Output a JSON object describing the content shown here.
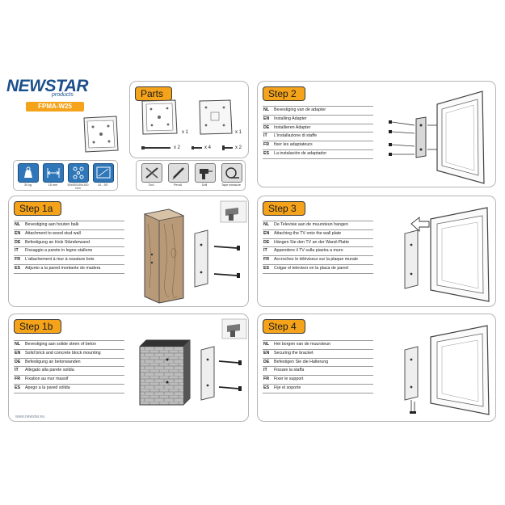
{
  "brand": {
    "name": "NEWSTAR",
    "sub": "products",
    "model": "FPMA-W25",
    "url": "www.newstar.eu"
  },
  "specs": [
    "30 kg",
    "15 mm",
    "50x50/100x100 mm",
    "10 - 30\""
  ],
  "parts": {
    "title": "Parts",
    "qty": [
      "x 1",
      "x 1",
      "x 2",
      "x 4",
      "x 2"
    ]
  },
  "tools": [
    "Tool",
    "Pencil",
    "Drill",
    "Tape measure"
  ],
  "steps": [
    {
      "title": "Step 2",
      "lines": [
        {
          "code": "NL",
          "text": "Bevestiging van de adapter"
        },
        {
          "code": "EN",
          "text": "Installing Adapter"
        },
        {
          "code": "DE",
          "text": "Installieren Adapter"
        },
        {
          "code": "IT",
          "text": "L'installazione di staffe"
        },
        {
          "code": "FR",
          "text": "fixer les adaptateurs"
        },
        {
          "code": "ES",
          "text": "La instalación de adaptador"
        }
      ]
    },
    {
      "title": "Step 1a",
      "lines": [
        {
          "code": "NL",
          "text": "Bevestiging aan houten balk"
        },
        {
          "code": "EN",
          "text": "Attachment to wood stud wall"
        },
        {
          "code": "DE",
          "text": "Befestigung an Holz Ständerwand"
        },
        {
          "code": "IT",
          "text": "Fissaggio a parete in legno stallone"
        },
        {
          "code": "FR",
          "text": "L'attachement à mur à ossature bois"
        },
        {
          "code": "ES",
          "text": "Adjunto a la pared montante de madera"
        }
      ]
    },
    {
      "title": "Step 3",
      "lines": [
        {
          "code": "NL",
          "text": "De Televisie aan de muursteun hangen"
        },
        {
          "code": "EN",
          "text": "Attaching the TV onto the wall plate"
        },
        {
          "code": "DE",
          "text": "Hängen Sie den TV an der Wand-Platte"
        },
        {
          "code": "IT",
          "text": "Appendere il TV sulla piastra a muro"
        },
        {
          "code": "FR",
          "text": "Accrochez le téléviseur sur la plaque murale"
        },
        {
          "code": "ES",
          "text": "Colgar el televisor en la placa de pared"
        }
      ]
    },
    {
      "title": "Step 1b",
      "lines": [
        {
          "code": "NL",
          "text": "Bevestiging aan solide steen of beton"
        },
        {
          "code": "EN",
          "text": "Solid brick and concrete block mounting"
        },
        {
          "code": "DE",
          "text": "Befestigung an betonwanden"
        },
        {
          "code": "IT",
          "text": "Allegato alla parete solida"
        },
        {
          "code": "FR",
          "text": "Fixation au mur massif"
        },
        {
          "code": "ES",
          "text": "Apego a la pared sólida"
        }
      ]
    },
    {
      "title": "Step 4",
      "lines": [
        {
          "code": "NL",
          "text": "Het borgen van de muursteun"
        },
        {
          "code": "EN",
          "text": "Securing the bracket"
        },
        {
          "code": "DE",
          "text": "Befestigen Sie die Halterung"
        },
        {
          "code": "IT",
          "text": "Fissare la staffa"
        },
        {
          "code": "FR",
          "text": "Fixer le support"
        },
        {
          "code": "ES",
          "text": "Fije el soporte"
        }
      ]
    }
  ],
  "colors": {
    "accent": "#f4a31a",
    "spec_blue": "#2f77b8",
    "brand_blue": "#1c4f8c"
  }
}
